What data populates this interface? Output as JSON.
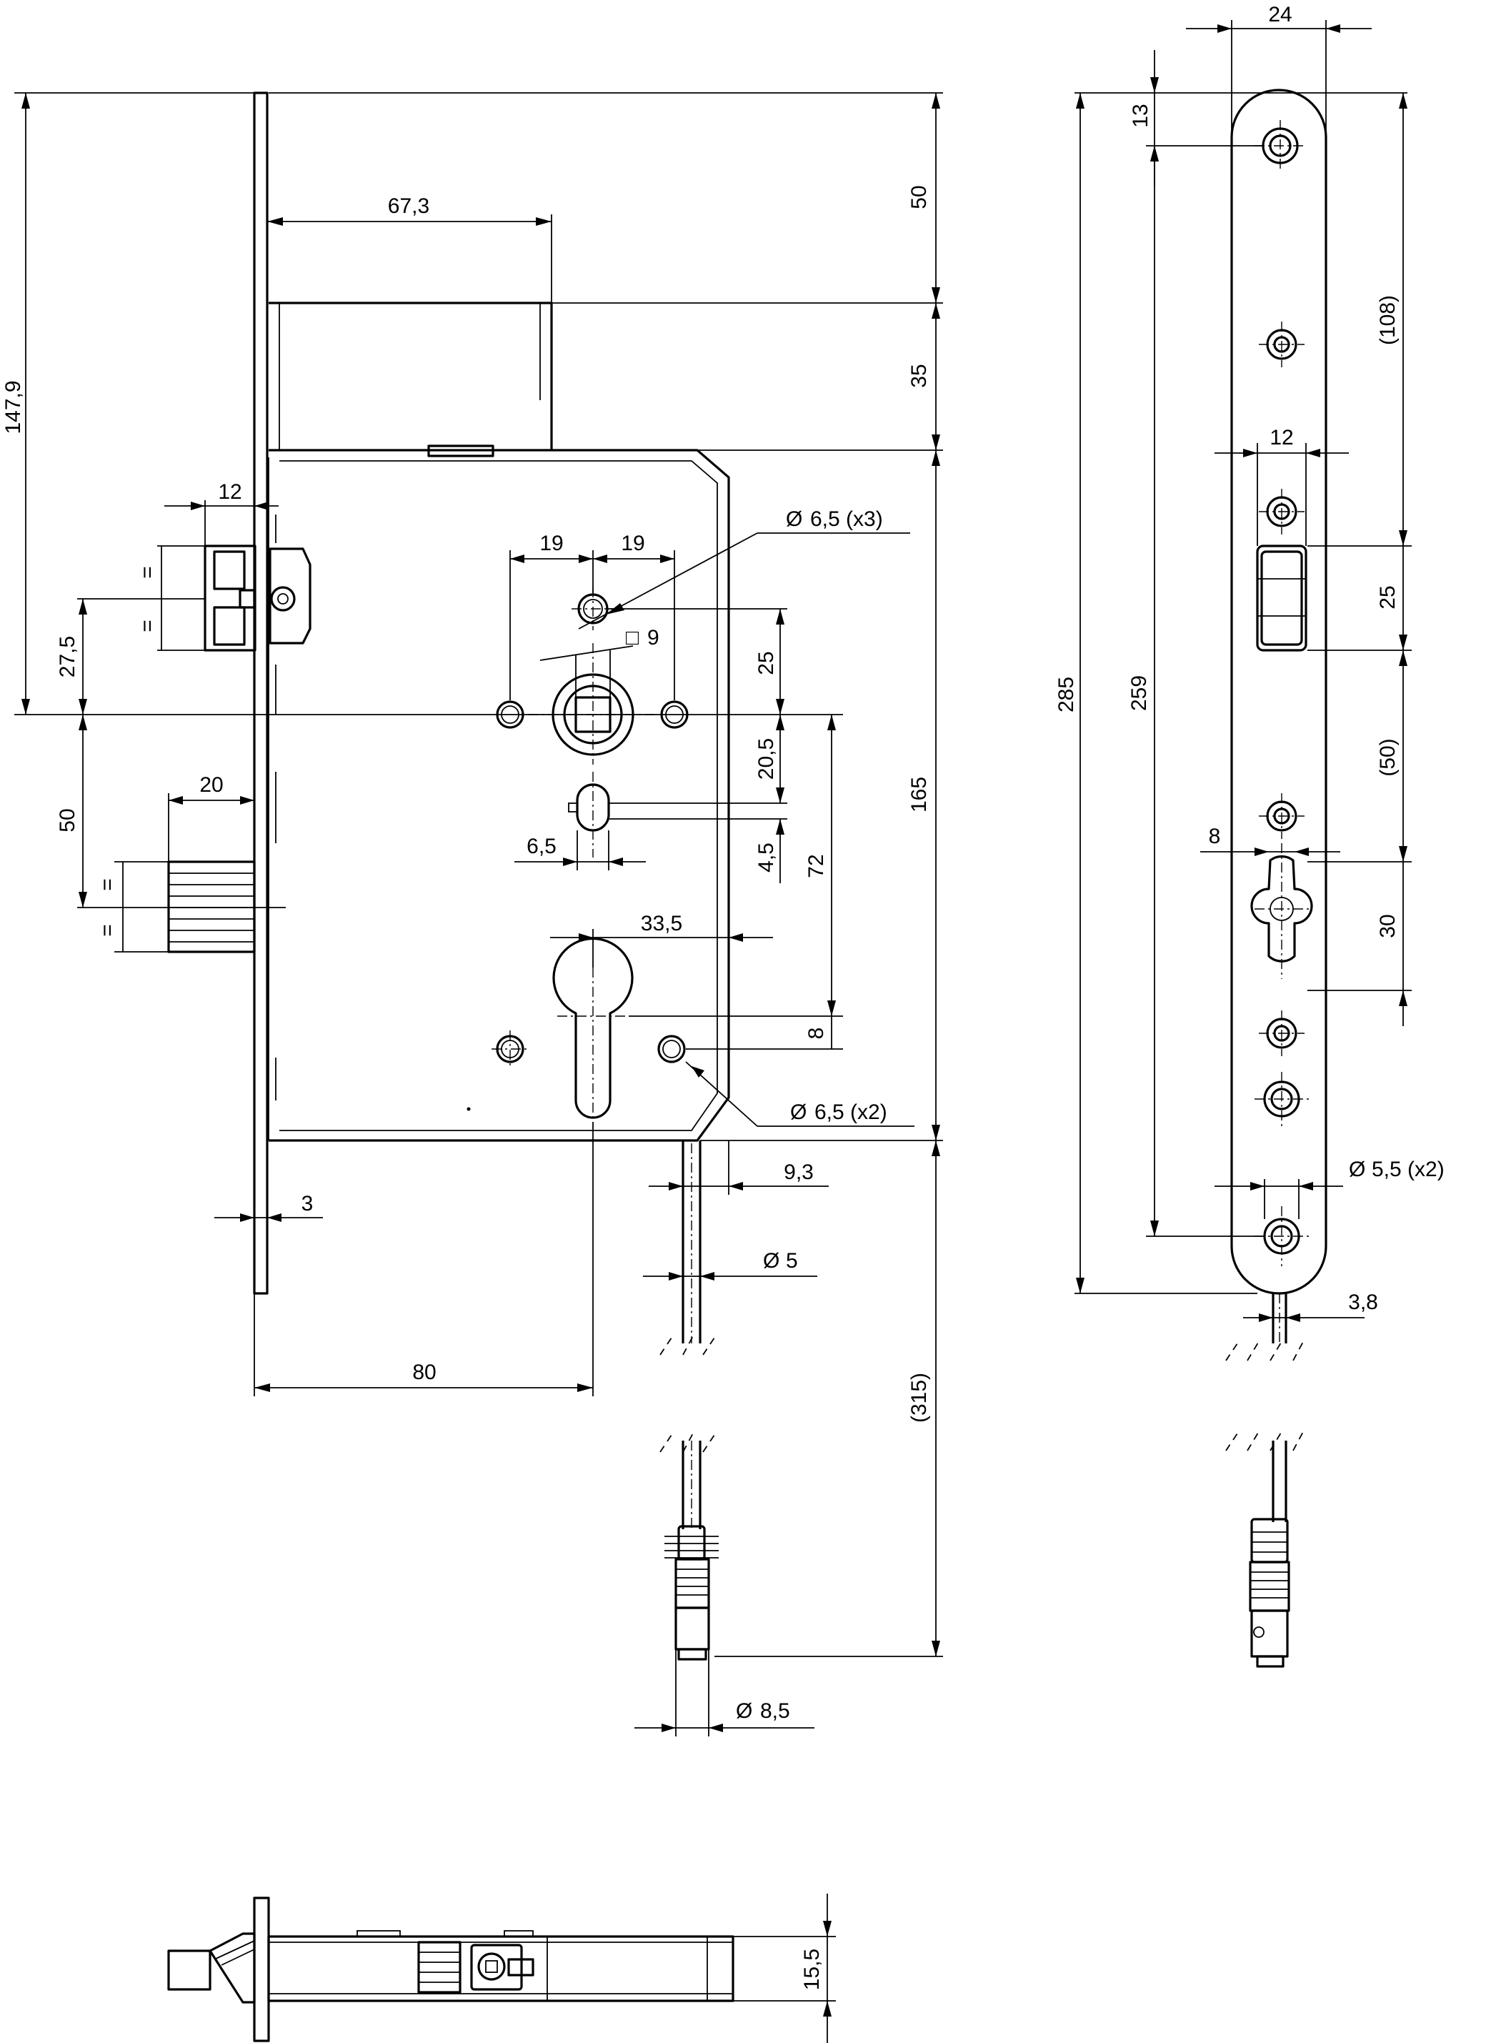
{
  "dimensions": {
    "overall_lock_height": "147,9",
    "top_to_case": "50",
    "case_step_height": "35",
    "case_width_top": "67,3",
    "mounting_holes_3": "6,5 (x3)",
    "hole_spacing_left": "19",
    "hole_spacing_right": "19",
    "spindle_square": "9",
    "follower_to_hole": "25",
    "spindle_to_slot": "20,5",
    "slot_height": "4,5",
    "slot_width": "6,5",
    "latch_height_half": "=",
    "latch_height_half2": "=",
    "latch_width": "12",
    "latch_offset": "27,5",
    "bolt_offset": "50",
    "bolt_width": "20",
    "bolt_half1": "=",
    "bolt_half2": "=",
    "distance_72": "72",
    "case_height": "165",
    "cylinder_offset": "33,5",
    "cylinder_hole_offset": "8",
    "mounting_holes_2": "6,5 (x2)",
    "cable_offset": "9,3",
    "cable_diameter": "5",
    "faceplate_thickness": "3",
    "backset": "80",
    "cable_length": "(315)",
    "connector_diameter": "8,5",
    "front_width": "24",
    "front_top_hole": "13",
    "front_hole_spacing": "(108)",
    "front_latch_width": "12",
    "front_latch_height": "25",
    "front_spacing_50": "(50)",
    "front_total_length": "285",
    "front_hole_distance": "259",
    "front_bolt_width": "8",
    "front_bolt_height": "30",
    "front_holes": "5,5 (x2)",
    "front_cable_offset": "3,8",
    "bottom_depth": "15,5"
  },
  "symbols": {
    "diameter": "Ø",
    "square": "□"
  }
}
